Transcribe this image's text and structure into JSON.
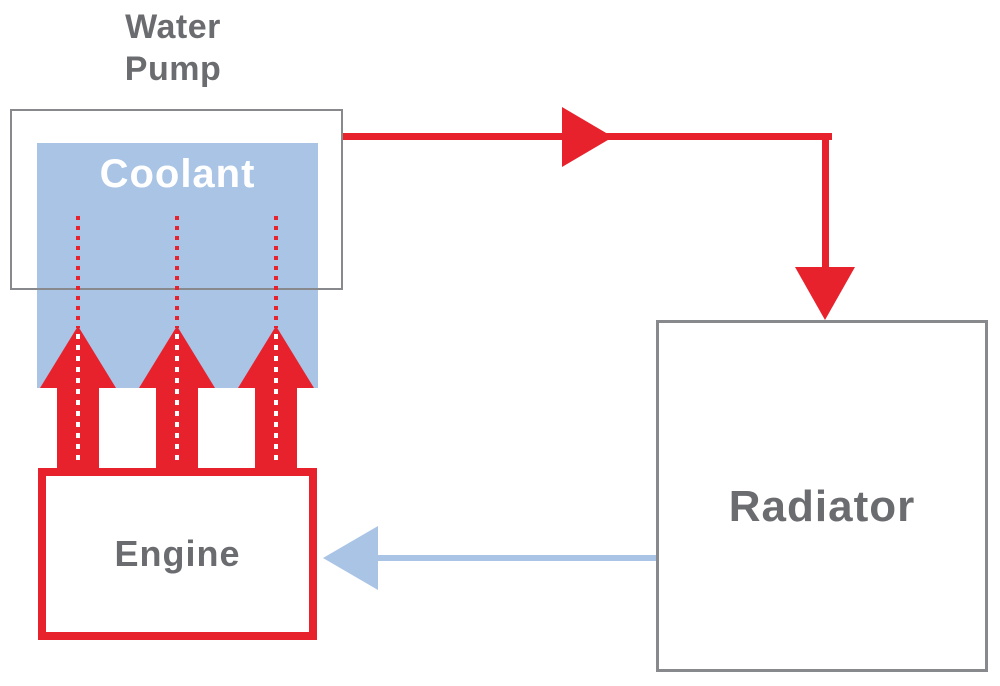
{
  "nodes": {
    "water_pump": {
      "label": "Water Pump"
    },
    "coolant": {
      "label": "Coolant"
    },
    "engine": {
      "label": "Engine"
    },
    "radiator": {
      "label": "Radiator"
    }
  },
  "flows": [
    {
      "id": "pump-to-radiator",
      "from": "water_pump",
      "to": "radiator",
      "path": "right-then-down",
      "style": "solid-line-with-arrowheads",
      "color": "#E8222D"
    },
    {
      "id": "radiator-to-engine",
      "from": "radiator",
      "to": "engine",
      "path": "left",
      "style": "solid-line-with-arrowhead",
      "color": "#A9C4E5"
    },
    {
      "id": "engine-heat-to-coolant",
      "from": "engine",
      "to": "coolant",
      "path": "up",
      "arrow_count": 3,
      "style": "wide-arrows-with-dotted-centerlines",
      "color": "#E8222D"
    }
  ],
  "colors": {
    "hot_flow_red": "#E8222D",
    "cool_flow_blue": "#A9C4E5",
    "coolant_fill_blue": "#A9C4E5",
    "box_border_gray": "#87898C",
    "label_gray": "#6B6C6F",
    "coolant_label_white": "#FFFFFF",
    "background": "#FFFFFF"
  }
}
